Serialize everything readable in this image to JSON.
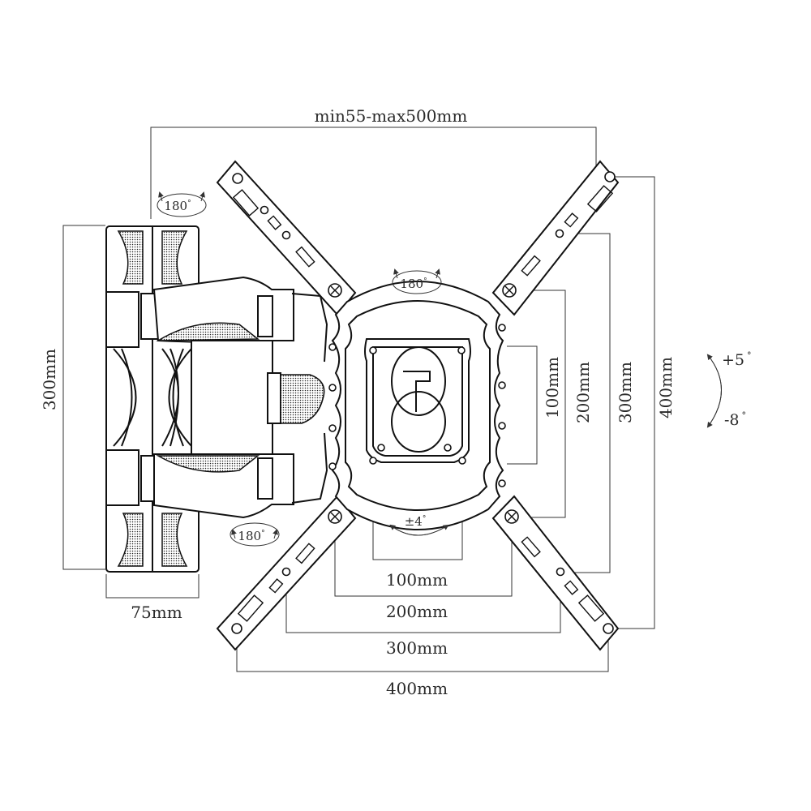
{
  "dimensions": {
    "arm_extension": "min55-max500mm",
    "wall_plate_height": "300mm",
    "wall_plate_width": "75mm",
    "vesa_vertical": [
      "100mm",
      "200mm",
      "300mm",
      "400mm"
    ],
    "vesa_horizontal": [
      "100mm",
      "200mm",
      "300mm",
      "400mm"
    ]
  },
  "rotations": {
    "swivel_top": "180",
    "swivel_bottom": "180",
    "plate_rotation": "180",
    "level_adjust": "±4",
    "degree_symbol": "°"
  },
  "tilt": {
    "up": "+5",
    "down": "-8",
    "degree_symbol": "°"
  },
  "icons": [
    "rotate-arrow-icon",
    "tilt-arc-icon"
  ]
}
